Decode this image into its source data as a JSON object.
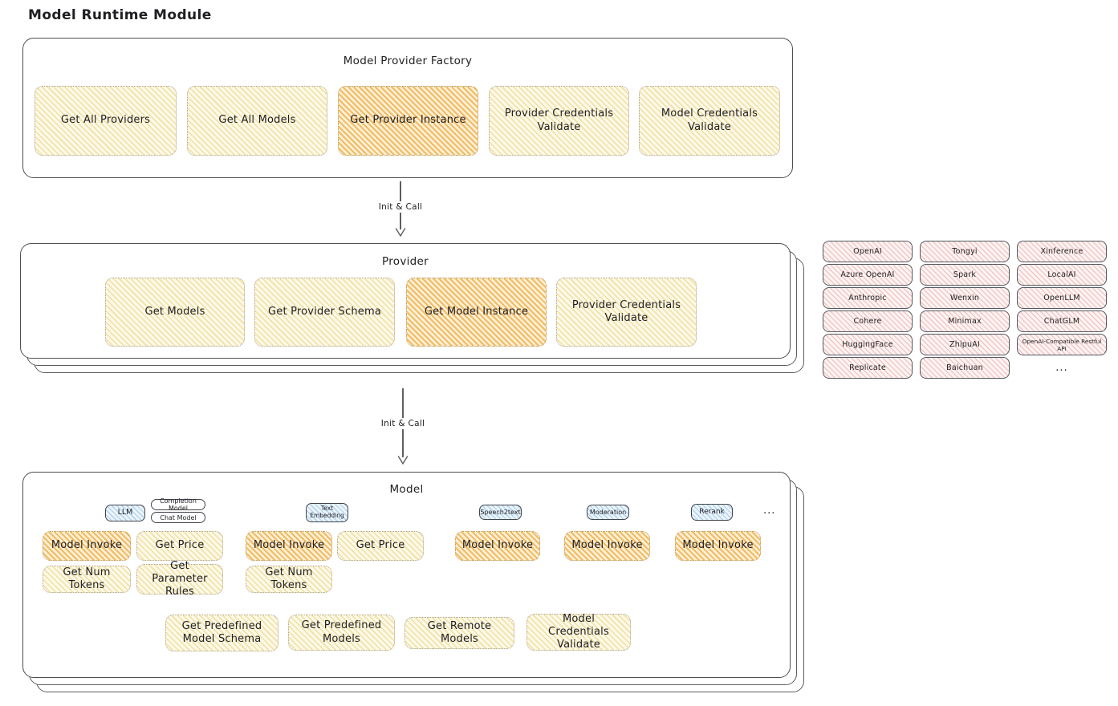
{
  "page": {
    "title": "Model Runtime Module"
  },
  "colors": {
    "ink": "#1e1f22",
    "panel_border": "#4c4f54",
    "yellow_fill": "#fdf9ec",
    "yellow_stripe": "#f3e3a6",
    "orange_fill": "#fcf0d8",
    "orange_stripe": "#f2bb62",
    "blue_fill": "#edf5fc",
    "blue_stripe": "#b8d6ee",
    "pink_fill": "#fdf4f3",
    "pink_stripe": "#f1c7c5"
  },
  "factory": {
    "title": "Model Provider Factory",
    "boxes": [
      {
        "label": "Get All Providers",
        "variant": "yellow"
      },
      {
        "label": "Get All Models",
        "variant": "yellow"
      },
      {
        "label": "Get Provider Instance",
        "variant": "orange"
      },
      {
        "label": "Provider Credentials Validate",
        "variant": "yellow"
      },
      {
        "label": "Model Credentials Validate",
        "variant": "yellow"
      }
    ]
  },
  "arrows": {
    "factory_to_provider": "Init & Call",
    "provider_to_model": "Init & Call"
  },
  "provider": {
    "title": "Provider",
    "boxes": [
      {
        "label": "Get Models",
        "variant": "yellow"
      },
      {
        "label": "Get Provider Schema",
        "variant": "yellow"
      },
      {
        "label": "Get Model Instance",
        "variant": "orange"
      },
      {
        "label": "Provider Credentials Validate",
        "variant": "yellow"
      }
    ]
  },
  "providers_grid": {
    "items": [
      "OpenAI",
      "Tongyi",
      "Xinference",
      "Azure OpenAI",
      "Spark",
      "LocalAI",
      "Anthropic",
      "Wenxin",
      "OpenLLM",
      "Cohere",
      "Minimax",
      "ChatGLM",
      "HuggingFace",
      "ZhipuAI",
      "OpenAI-Compatible Restful API",
      "Replicate",
      "Baichuan"
    ],
    "more": "..."
  },
  "model": {
    "title": "Model",
    "tabs": [
      {
        "label": "LLM"
      },
      {
        "label": "Completion Model"
      },
      {
        "label": "Chat Model"
      },
      {
        "label": "Text Embedding"
      },
      {
        "label": "Speech2text"
      },
      {
        "label": "Moderation"
      },
      {
        "label": "Rerank"
      }
    ],
    "more": "...",
    "ops": [
      {
        "label": "Model Invoke",
        "variant": "orange"
      },
      {
        "label": "Get Price",
        "variant": "yellow"
      },
      {
        "label": "Get Num Tokens",
        "variant": "yellow"
      },
      {
        "label": "Get Parameter Rules",
        "variant": "yellow"
      },
      {
        "label": "Model Invoke",
        "variant": "orange"
      },
      {
        "label": "Get Price",
        "variant": "yellow"
      },
      {
        "label": "Get Num Tokens",
        "variant": "yellow"
      },
      {
        "label": "Model Invoke",
        "variant": "orange"
      },
      {
        "label": "Model Invoke",
        "variant": "orange"
      },
      {
        "label": "Model Invoke",
        "variant": "orange"
      }
    ],
    "bottom": [
      {
        "label": "Get Predefined Model Schema",
        "variant": "yellow"
      },
      {
        "label": "Get Predefined Models",
        "variant": "yellow"
      },
      {
        "label": "Get Remote Models",
        "variant": "yellow"
      },
      {
        "label": "Model Credentials Validate",
        "variant": "yellow"
      }
    ]
  }
}
